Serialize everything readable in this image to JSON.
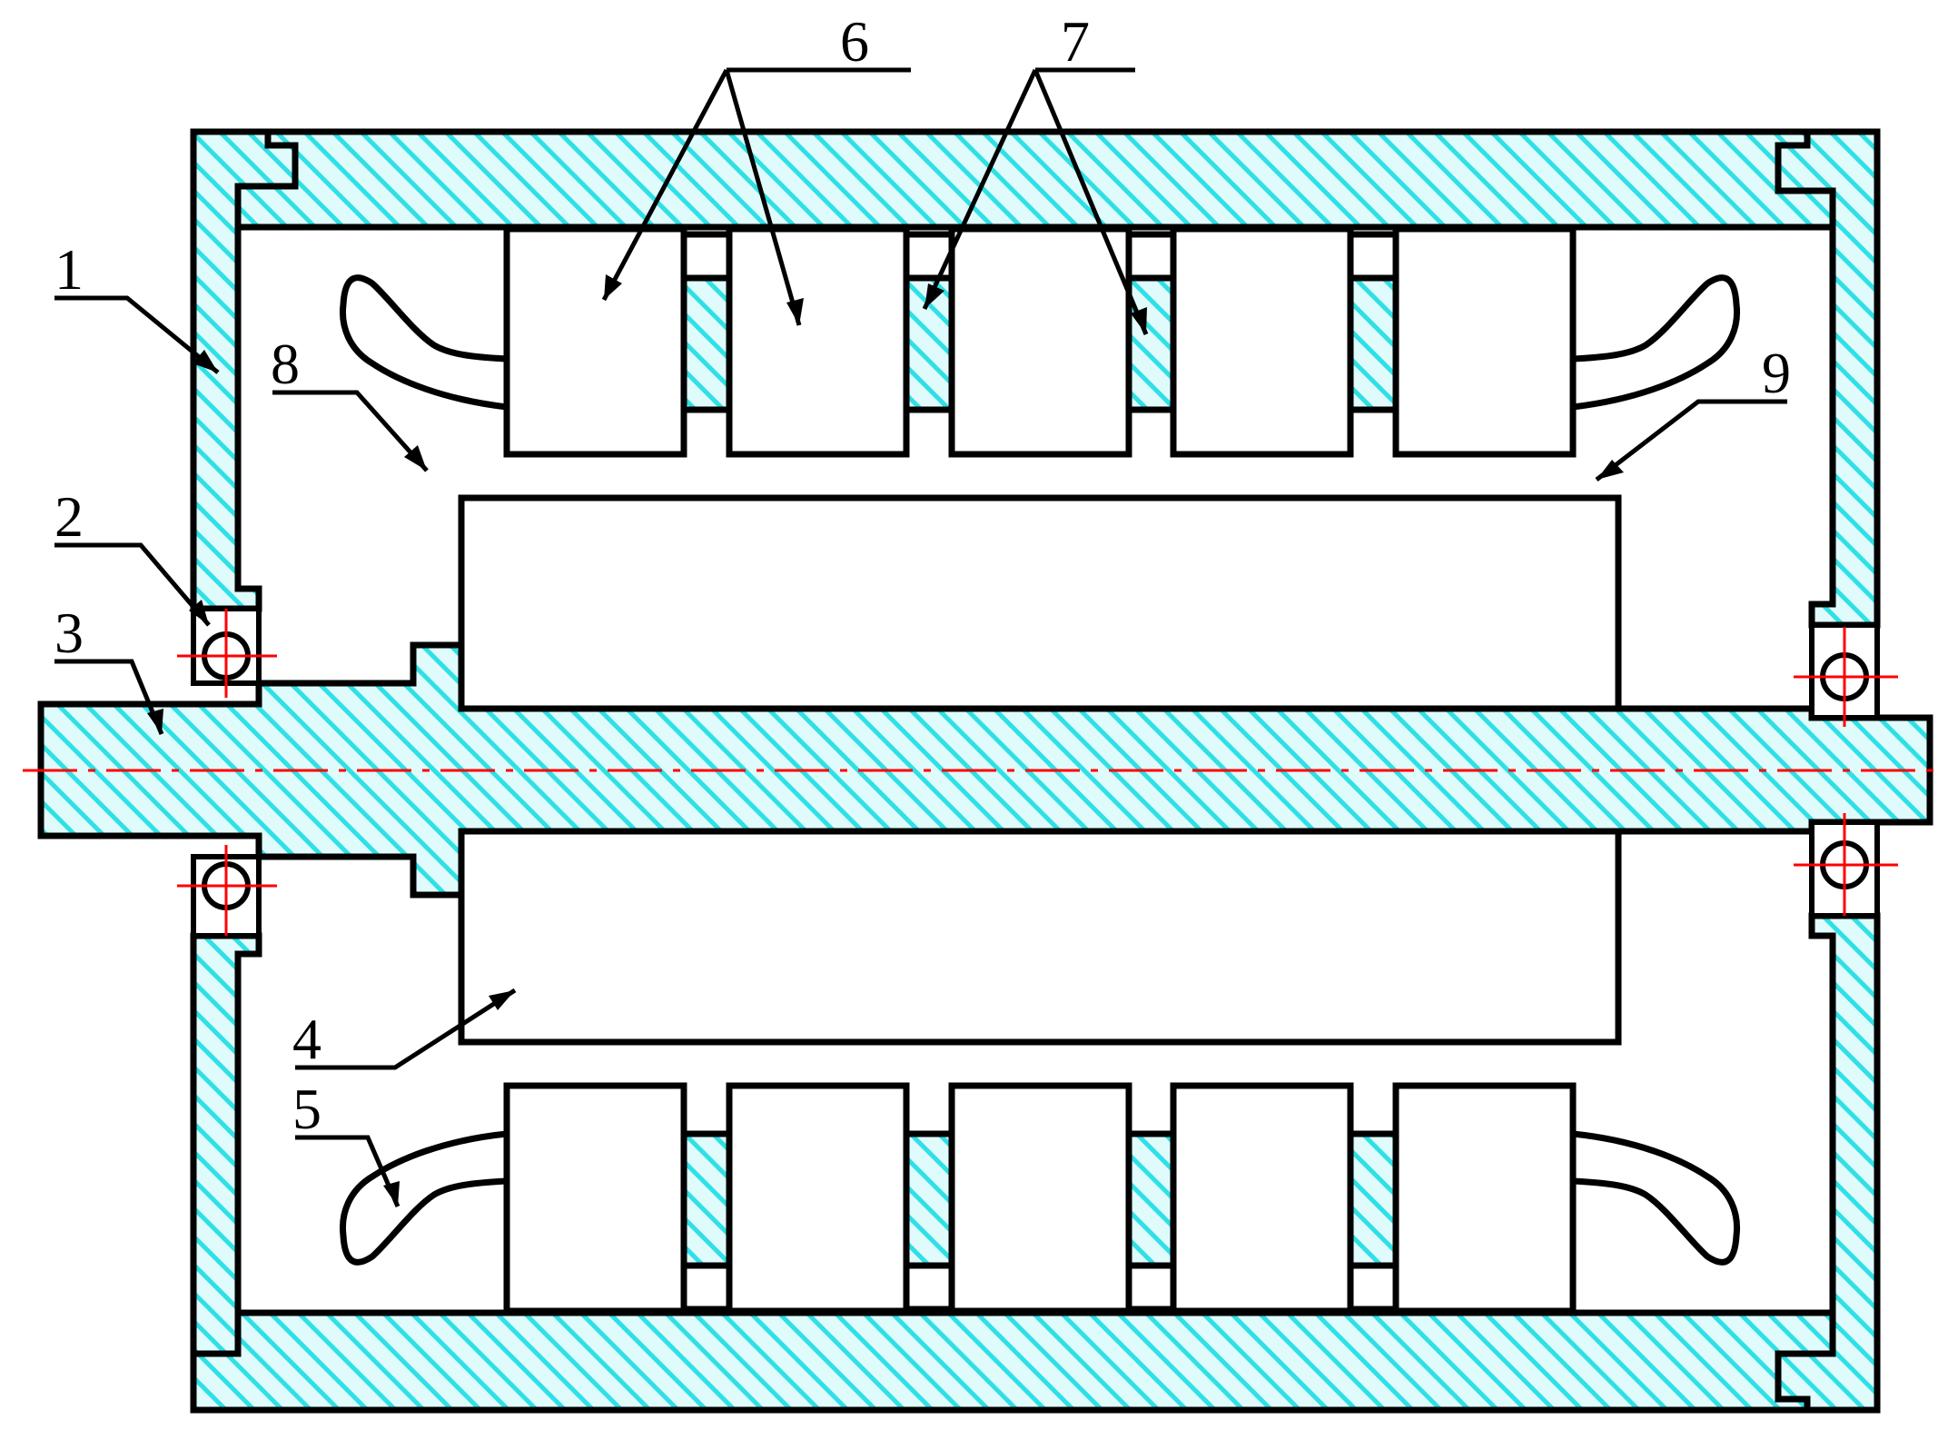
{
  "labels": {
    "l1": "1",
    "l2": "2",
    "l3": "3",
    "l4": "4",
    "l5": "5",
    "l6": "6",
    "l7": "7",
    "l8": "8",
    "l9": "9"
  },
  "colors": {
    "hatch_fill": "#2fe0e6",
    "line": "#000000",
    "centerline": "#ff0000",
    "background": "#ffffff"
  }
}
